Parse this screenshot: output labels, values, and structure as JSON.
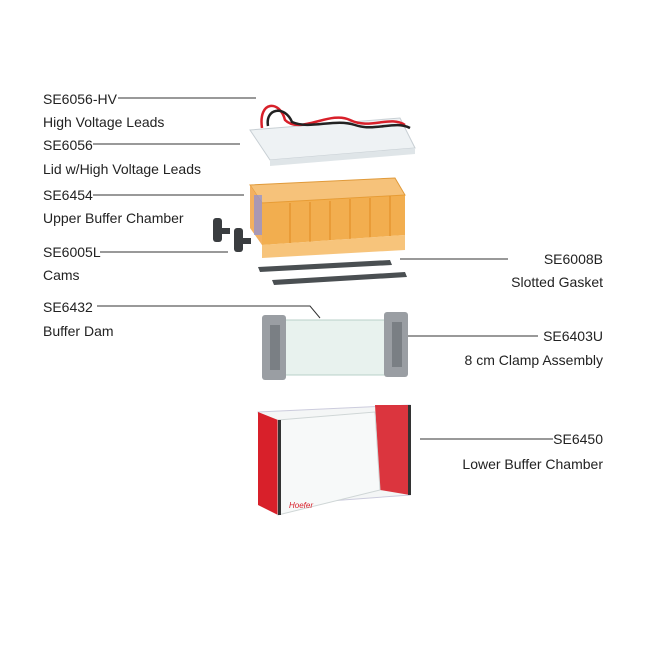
{
  "parts": [
    {
      "code": "SE6056-HV",
      "name": "High Voltage Leads"
    },
    {
      "code": "SE6056",
      "name": "Lid w/High Voltage Leads"
    },
    {
      "code": "SE6454",
      "name": "Upper Buffer Chamber"
    },
    {
      "code": "SE6005L",
      "name": "Cams"
    },
    {
      "code": "SE6432",
      "name": "Buffer Dam"
    },
    {
      "code": "SE6008B",
      "name": "Slotted Gasket"
    },
    {
      "code": "SE6403U",
      "name": "8 cm Clamp Assembly"
    },
    {
      "code": "SE6450",
      "name": "Lower Buffer Chamber"
    }
  ],
  "logo_text": "Hoefer",
  "colors": {
    "orange": "#f0a030",
    "red": "#d8202a",
    "gray": "#4a4f52"
  }
}
